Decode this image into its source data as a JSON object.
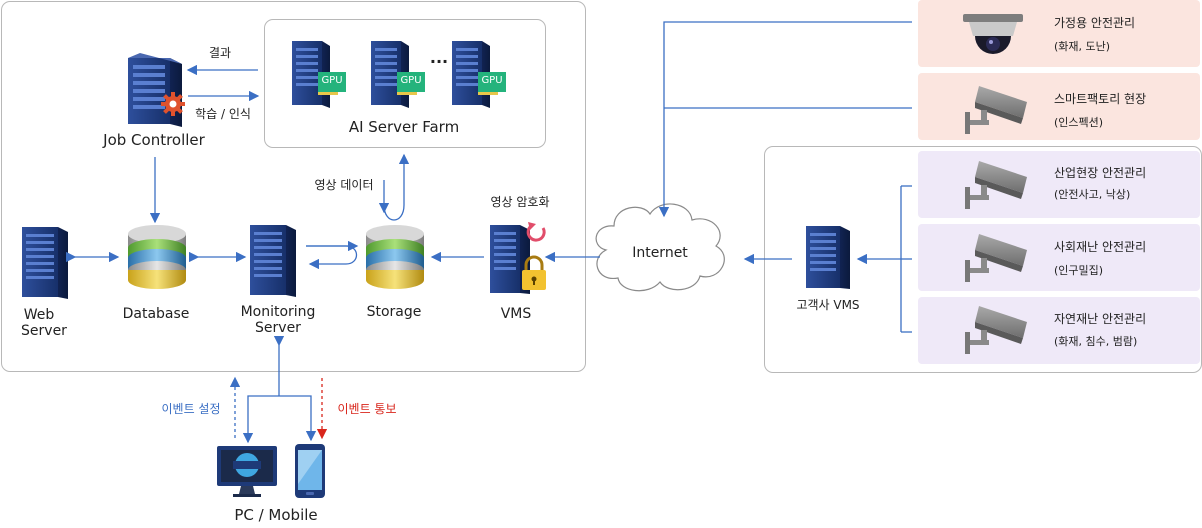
{
  "nodes": {
    "job_controller": "Job Controller",
    "ai_server_farm": "AI Server Farm",
    "gpu": "GPU",
    "ellipsis": "...",
    "result": "결과",
    "learn_recognize": "학습 / 인식",
    "video_data": "영상 데이터",
    "web_server_line1": "Web",
    "web_server_line2": "Server",
    "database": "Database",
    "monitoring_line1": "Monitoring",
    "monitoring_line2": "Server",
    "storage": "Storage",
    "vms": "VMS",
    "video_encryption": "영상 암호화",
    "internet": "Internet",
    "customer_vms": "고객사 VMS",
    "pc_mobile": "PC / Mobile",
    "event_setting": "이벤트 설정",
    "event_notify": "이벤트 통보"
  },
  "cameras": [
    {
      "title": "가정용 안전관리",
      "sub": "(화재, 도난)"
    },
    {
      "title": "스마트팩토리 현장",
      "sub": "(인스펙션)"
    },
    {
      "title": "산업현장 안전관리",
      "sub": "(안전사고, 낙상)"
    },
    {
      "title": "사회재난 안전관리",
      "sub": "(인구밀집)"
    },
    {
      "title": "자연재난 안전관리",
      "sub": "(화재, 침수, 범람)"
    }
  ],
  "colors": {
    "arrow": "#3b6fc4",
    "event_setting": "#3b6fc4",
    "event_notify": "#d9261c",
    "home_box": "#fbe5df",
    "industry_box": "#efe9f8",
    "server": "#1e3a78",
    "gpu_card": "#24b37c"
  }
}
